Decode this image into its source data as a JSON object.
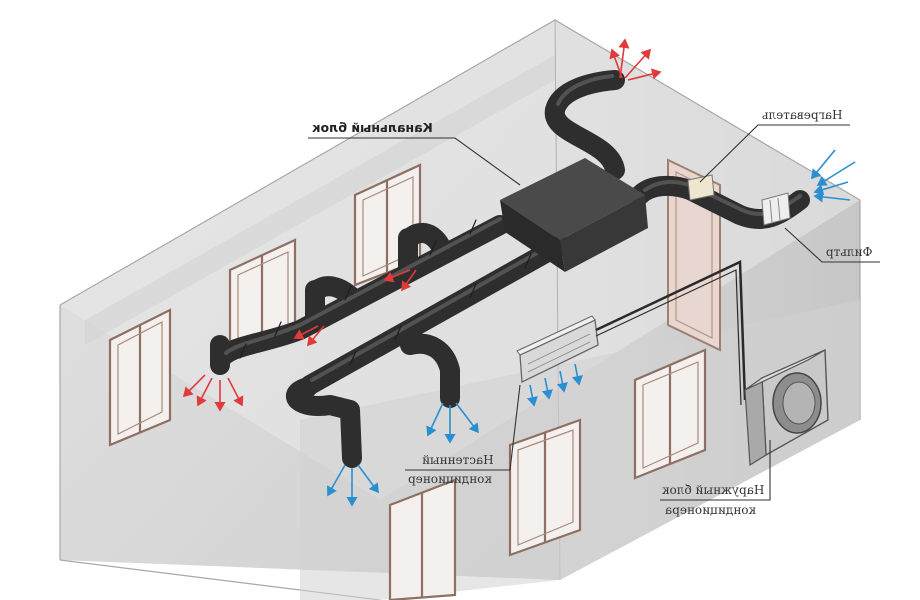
{
  "labels": {
    "duct_unit": "Канальный блок",
    "heater": "Нагреватель",
    "filter": "Фильтр",
    "wall_ac_line1": "Настенный",
    "wall_ac_line2": "кондиционер",
    "outdoor_line1": "Наружный блок",
    "outdoor_line2": "кондиционера"
  },
  "colors": {
    "warm_air": "#e03a3a",
    "cool_air": "#2a8fd0",
    "duct": "#3a3a3a",
    "wall": "#c9c9c9"
  }
}
